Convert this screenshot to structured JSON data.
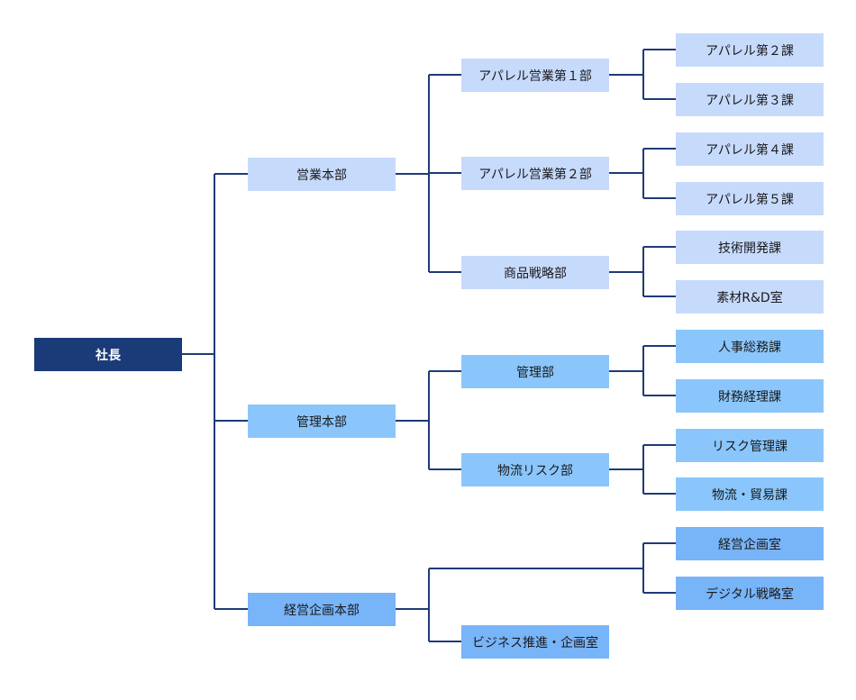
{
  "colors": {
    "line": "#1f3a78",
    "root": "#1a3a78",
    "sales": "#c6dafc",
    "admin": "#8ac6fc",
    "plan": "#78b4f8"
  },
  "org": {
    "root": "社長",
    "divisions": [
      {
        "name": "営業本部",
        "departments": [
          {
            "name": "アパレル営業第１部",
            "sections": [
              "アパレル第２課",
              "アパレル第３課"
            ]
          },
          {
            "name": "アパレル営業第２部",
            "sections": [
              "アパレル第４課",
              "アパレル第５課"
            ]
          },
          {
            "name": "商品戦略部",
            "sections": [
              "技術開発課",
              "素材R&D室"
            ]
          }
        ]
      },
      {
        "name": "管理本部",
        "departments": [
          {
            "name": "管理部",
            "sections": [
              "人事総務課",
              "財務経理課"
            ]
          },
          {
            "name": "物流リスク部",
            "sections": [
              "リスク管理課",
              "物流・貿易課"
            ]
          }
        ]
      },
      {
        "name": "経営企画本部",
        "direct_sections": [
          "経営企画室",
          "デジタル戦略室"
        ],
        "departments": [
          {
            "name": "ビジネス推進・企画室",
            "sections": []
          }
        ]
      }
    ]
  }
}
